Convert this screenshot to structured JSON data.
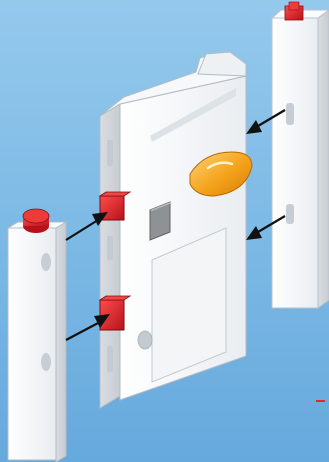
{
  "scene": {
    "background_color": "#86c0e8",
    "pillar_color": "#f4f5f7",
    "pillar_shadow_color": "#d3d8de",
    "stud_color": "#d8232a",
    "lamp_color": "#f4a21a",
    "switch_color": "#8f9295",
    "arrow_color": "#111111",
    "accent_mark_color": "#e3262a",
    "parts": [
      "left-pillar",
      "main-housing",
      "right-pillar",
      "amber-lamp",
      "toggle-switch",
      "red-connector-upper",
      "red-connector-lower"
    ],
    "arrows": [
      "arrow-upper-left",
      "arrow-lower-left",
      "arrow-upper-right",
      "arrow-lower-right"
    ]
  }
}
